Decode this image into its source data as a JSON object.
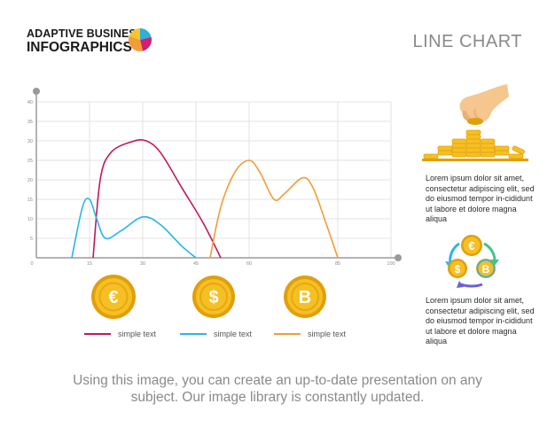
{
  "header": {
    "brand_line1": "ADAPTIVE BUSINESS",
    "brand_line2": "INFOGRAPHICS",
    "title": "LINE CHART"
  },
  "chart_data": {
    "type": "line",
    "xlim": [
      0,
      100
    ],
    "ylim": [
      0,
      40
    ],
    "x_ticks": [
      0,
      15,
      30,
      45,
      60,
      85,
      100
    ],
    "x_tick_labels": [
      "0",
      "15",
      "30",
      "45",
      "60",
      "85",
      "100"
    ],
    "y_ticks": [
      5,
      10,
      15,
      20,
      25,
      30,
      35,
      40
    ],
    "y_tick_labels": [
      "5",
      "10",
      "15",
      "20",
      "25",
      "30",
      "35",
      "40"
    ],
    "grid": true,
    "series": [
      {
        "name": "simple text",
        "color": "#c0185f",
        "points": [
          [
            16,
            0
          ],
          [
            18,
            20
          ],
          [
            21,
            27
          ],
          [
            27,
            29.8
          ],
          [
            31,
            30
          ],
          [
            35,
            27
          ],
          [
            41,
            18
          ],
          [
            47,
            9
          ],
          [
            52,
            0
          ]
        ]
      },
      {
        "name": "simple text",
        "color": "#29b6e6",
        "points": [
          [
            10,
            0
          ],
          [
            13,
            13
          ],
          [
            15,
            15
          ],
          [
            17,
            10
          ],
          [
            19.5,
            5
          ],
          [
            24,
            7
          ],
          [
            30,
            10.5
          ],
          [
            35,
            8.5
          ],
          [
            41,
            3
          ],
          [
            45,
            0
          ]
        ]
      },
      {
        "name": "simple text",
        "color": "#f29d38",
        "points": [
          [
            49,
            0
          ],
          [
            52,
            13
          ],
          [
            56,
            22
          ],
          [
            60,
            25
          ],
          [
            63,
            22
          ],
          [
            67,
            15
          ],
          [
            70,
            16.5
          ],
          [
            75,
            20.5
          ],
          [
            78,
            18
          ],
          [
            82,
            8
          ],
          [
            85,
            0
          ]
        ]
      }
    ]
  },
  "coins": [
    {
      "symbol": "€",
      "name": "euro"
    },
    {
      "symbol": "$",
      "name": "dollar"
    },
    {
      "symbol": "B",
      "name": "bitcoin"
    }
  ],
  "legend": {
    "items": [
      "simple text",
      "simple text",
      "simple text"
    ]
  },
  "side_panel": {
    "text1": "Lorem ipsum dolor sit amet, consectetur adipiscing elit, sed do eiusmod tempor in-cididunt ut labore et dolore magna aliqua",
    "text2": "Lorem ipsum dolor sit amet, consectetur adipiscing elit, sed do eiusmod tempor in-cididunt ut labore et dolore magna aliqua"
  },
  "footer": {
    "text": "Using this image, you can create an up-to-date presentation on any subject. Our image library is constantly updated."
  },
  "colors": {
    "coin_gold": "#f5c024",
    "coin_dark": "#e19f0b",
    "grid": "#e3e3e3",
    "axis": "#9a9a9a"
  }
}
